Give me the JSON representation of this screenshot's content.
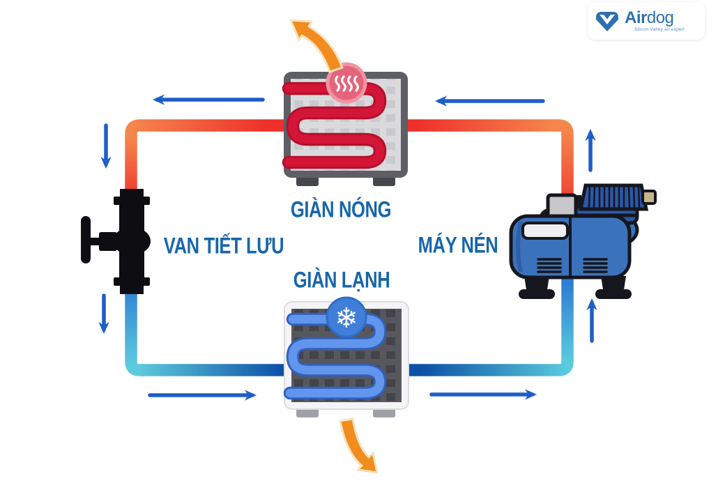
{
  "labels": {
    "condenser": "GIÀN NÓNG",
    "evaporator": "GIÀN LẠNH",
    "expansion_valve": "VAN TIẾT LƯU",
    "compressor": "MÁY NÉN"
  },
  "logo": {
    "brand_bold": "Air",
    "brand_light": "dog",
    "tagline": "Silicon Valley air expert"
  },
  "icons": {
    "snowflake_glyph": "❄",
    "heat_icon": "heat-waves",
    "cold_icon": "snowflake",
    "heat_release_arrow": "curved-arrow-up-left",
    "cold_air_arrow": "curved-arrow-down-right"
  },
  "colors": {
    "hot_red": "#EE2F2B",
    "hot_orange": "#F5874C",
    "cold_navy": "#0D50A6",
    "cold_blue": "#2E7FD4",
    "cold_cyan": "#5ECBDD",
    "flow_arrow_blue": "#1E5EC8",
    "label_blue": "#1766AB",
    "exhaust_orange": "#F28C1E",
    "coil_hot": "#CC1130",
    "coil_cold": "#6296EC"
  }
}
